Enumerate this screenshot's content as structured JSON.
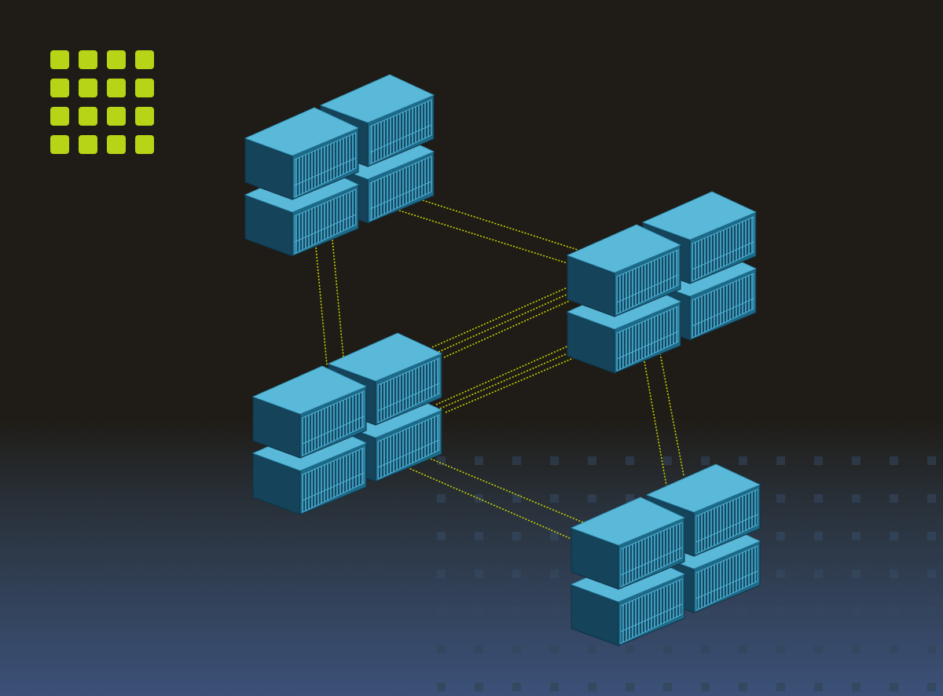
{
  "colors": {
    "background_top": "#1f1b16",
    "background_bottom": "#3b5178",
    "grid_logo": "#b8d416",
    "dot_grid": "#34475f",
    "box_top": "#5ab8d8",
    "box_side": "#14435a",
    "box_front": "#1d6a88",
    "grille": "#4fb0d4",
    "link": "#c8d400"
  },
  "icons": {
    "logo": "grid-4x4-icon"
  },
  "clusters": [
    {
      "name": "server-cluster-top-left"
    },
    {
      "name": "server-cluster-top-right"
    },
    {
      "name": "server-cluster-bottom-left"
    },
    {
      "name": "server-cluster-bottom-right"
    }
  ]
}
